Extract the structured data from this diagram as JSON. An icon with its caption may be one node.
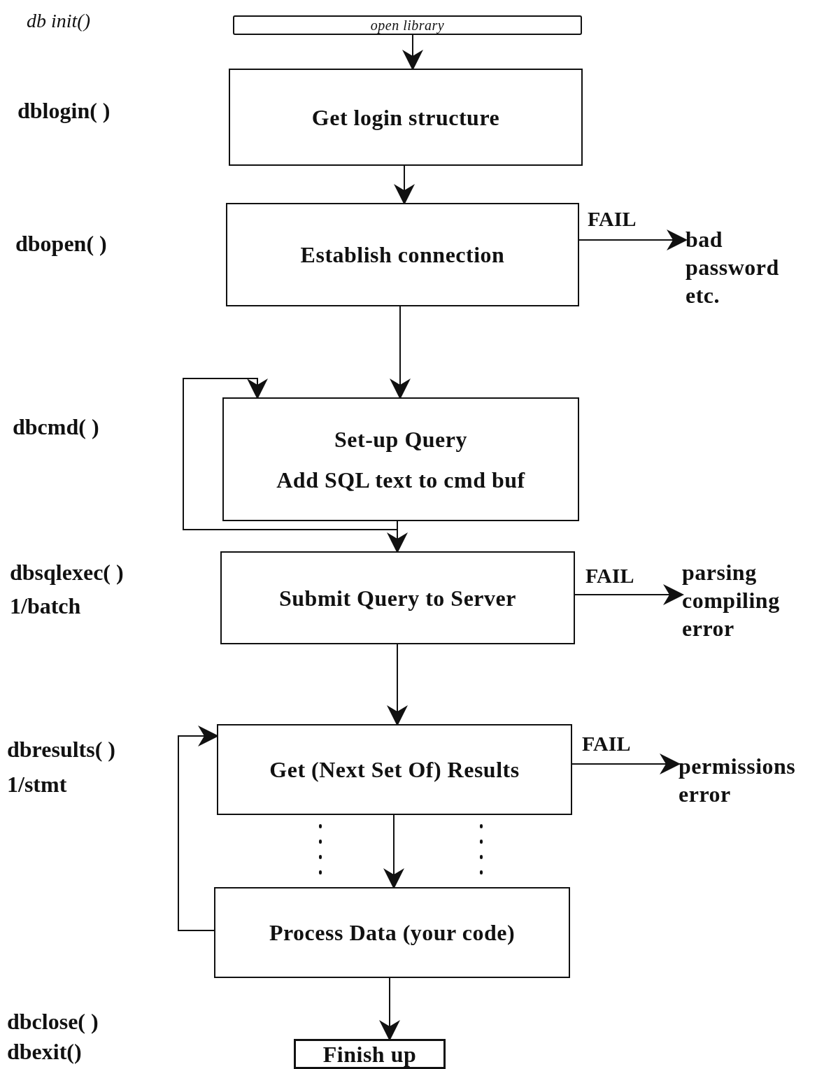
{
  "diagram": {
    "nodes": [
      {
        "text": [
          "open library"
        ]
      },
      {
        "text": [
          "Get login structure"
        ]
      },
      {
        "text": [
          "Establish connection"
        ]
      },
      {
        "text": [
          "bad password etc."
        ]
      },
      {
        "text": [
          "Set-up Query",
          "Add SQL text to cmd buf"
        ]
      },
      {
        "text": [
          "Submit Query to Server"
        ]
      },
      {
        "text": [
          "parsing compiling error"
        ]
      },
      {
        "text": [
          "Get (Next Set Of) Results"
        ]
      },
      {
        "text": [
          "permissions error"
        ]
      },
      {
        "text": [
          "Process Data (your code)"
        ]
      },
      {
        "text": [
          "Finish up"
        ]
      }
    ],
    "edges": [
      {
        "from": 0,
        "to": 1,
        "arrow": "to"
      },
      {
        "from": 1,
        "to": 2,
        "arrow": "to"
      },
      {
        "from": 2,
        "to": 3,
        "arrow": "to",
        "label": "FAIL"
      },
      {
        "from": 2,
        "to": 4,
        "arrow": "to"
      },
      {
        "from": 4,
        "to": 4,
        "arrow": "to"
      },
      {
        "from": 4,
        "to": 5,
        "arrow": "to"
      },
      {
        "from": 5,
        "to": 6,
        "arrow": "to",
        "label": "FAIL"
      },
      {
        "from": 5,
        "to": 7,
        "arrow": "to"
      },
      {
        "from": 7,
        "to": 8,
        "arrow": "to",
        "label": "FAIL"
      },
      {
        "from": 7,
        "to": 9,
        "arrow": "to"
      },
      {
        "from": 9,
        "to": 7,
        "arrow": "to"
      },
      {
        "from": 9,
        "to": 10,
        "arrow": "to"
      }
    ],
    "labels": [
      "db init()",
      "dblogin( )",
      "dbopen( )",
      "dbcmd( )",
      "dbsqlexec( )",
      "1/batch",
      "dbresults( )",
      "1/stmt",
      "dbclose( )",
      "dbexit()"
    ]
  }
}
